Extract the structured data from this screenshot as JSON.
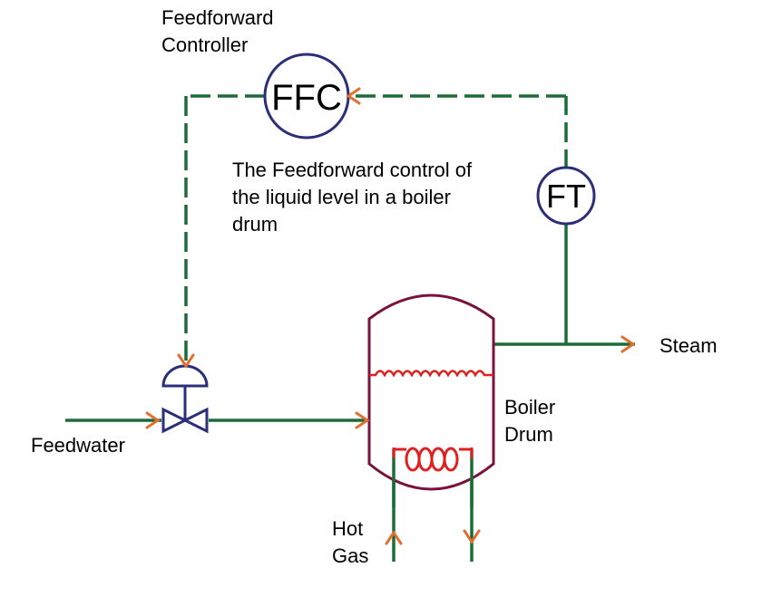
{
  "labels": {
    "controller_title_line1": "Feedforward",
    "controller_title_line2": "Controller",
    "ffc": "FFC",
    "ft": "FT",
    "description_line1": "The Feedforward control of",
    "description_line2": "the liquid level in a boiler",
    "description_line3": "drum",
    "steam": "Steam",
    "boiler_line1": "Boiler",
    "boiler_line2": "Drum",
    "feedwater": "Feedwater",
    "hot_line1": "Hot",
    "hot_line2": "Gas"
  },
  "colors": {
    "pipe": "#1e6b3a",
    "arrow": "#e07030",
    "instrument": "#2b2f7a",
    "drum": "#7a1240",
    "coil": "#e02020",
    "text": "#000000"
  },
  "icons": {
    "valve": "control-valve-icon",
    "coil": "heating-coil-icon",
    "level": "liquid-level-wave-icon"
  }
}
